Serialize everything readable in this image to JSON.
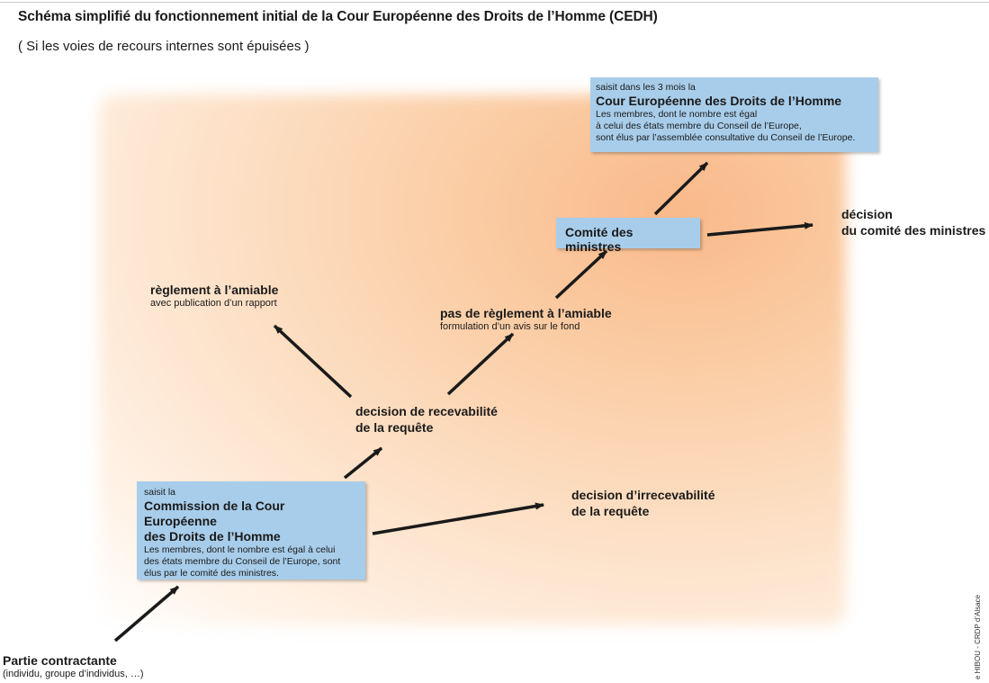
{
  "header": {
    "title": "Schéma simplifié du fonctionnement initial de la Cour Européenne des Droits de l’Homme (CEDH)",
    "subtitle": "( Si les voies de recours internes sont épuisées )"
  },
  "nodes": {
    "cedh": {
      "intro": "saisit dans les 3 mois la",
      "name": "Cour Européenne des Droits de l’Homme",
      "desc1": "Les membres, dont le nombre est égal",
      "desc2": "à celui des états membre du Conseil de l’Europe,",
      "desc3": "sont élus par l’assemblée consultative du Conseil de l’Europe."
    },
    "comite": {
      "name": "Comité des ministres"
    },
    "decision_comite": {
      "line1": "décision",
      "line2": "du comité des ministres"
    },
    "reglement": {
      "main": "règlement à l’amiable",
      "sub": "avec publication d’un rapport"
    },
    "pas_reglement": {
      "main": "pas de règlement à l’amiable",
      "sub": "formulation d’un avis sur le fond"
    },
    "recevabilite": {
      "line1": "decision de recevabilité",
      "line2": "de la requête"
    },
    "irrecevabilite": {
      "line1": "decision d’irrecevabilité",
      "line2": "de la requête"
    },
    "commission": {
      "intro": "saisit la",
      "name1": "Commission de la Cour Européenne",
      "name2": "des Droits de l’Homme",
      "desc1": "Les membres, dont le nombre est égal à celui",
      "desc2": "des états membre du Conseil de l’Europe, sont",
      "desc3": "élus par le comité des ministres."
    },
    "partie": {
      "main": "Partie contractante",
      "sub": "(individu, groupe d’individus, …)"
    }
  },
  "credit": "e HIBOU - CRDP d’Alsace",
  "colors": {
    "box": "#a8cdea",
    "arrow": "#1a1a1a",
    "glow": "#f9b98a"
  }
}
